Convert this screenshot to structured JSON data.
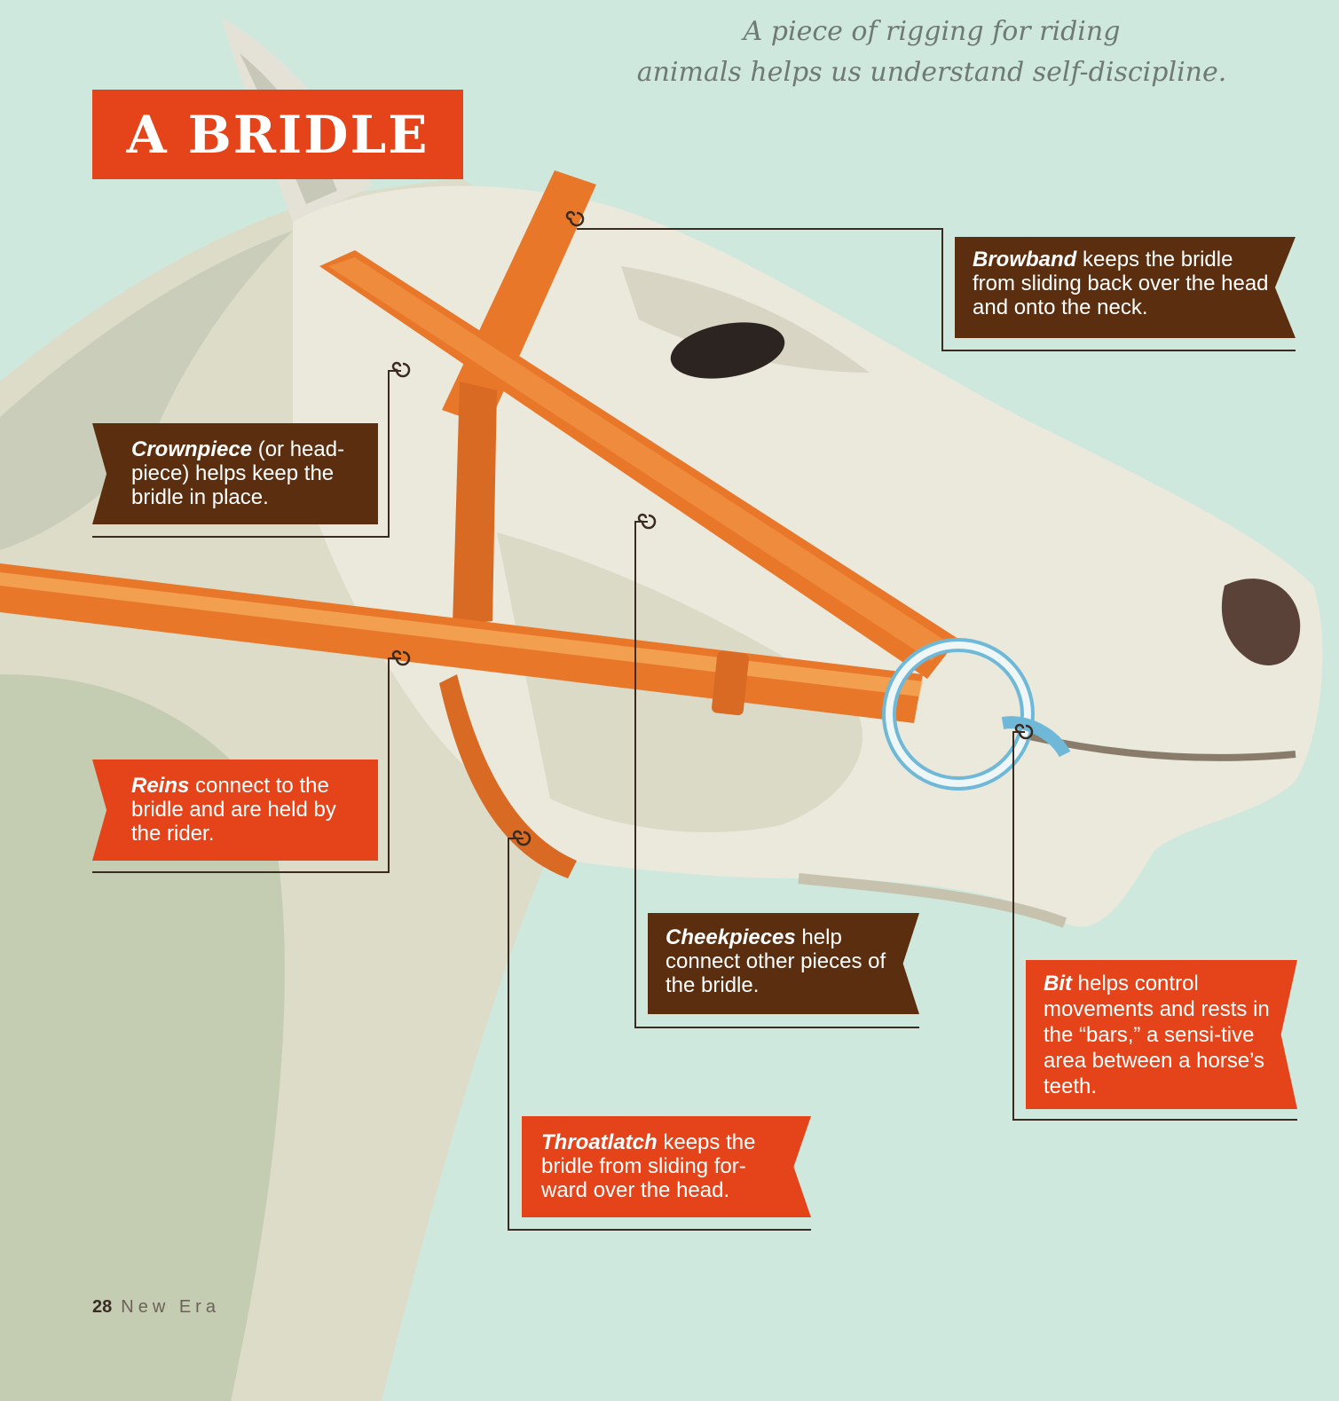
{
  "subtitle": {
    "line1": "A piece of rigging for riding",
    "line2": "animals helps us understand self-discipline."
  },
  "title": "A BRIDLE",
  "labels": {
    "browband": {
      "term": "Browband",
      "text": " keeps the bridle from sliding back over the head and onto the neck."
    },
    "crownpiece": {
      "term": "Crownpiece",
      "text": " (or head-piece) helps keep the bridle in place."
    },
    "reins": {
      "term": "Reins",
      "text": " connect to the bridle and are held by the rider."
    },
    "cheekpieces": {
      "term": "Cheekpieces",
      "text": " help connect other pieces of the bridle."
    },
    "bit": {
      "term": "Bit",
      "text": " helps control movements and rests in the “bars,” a sensi-tive area between a horse’s teeth."
    },
    "throatlatch": {
      "term": "Throatlatch",
      "text": " keeps the bridle from sliding for-ward over the head."
    }
  },
  "footer": {
    "page_number": "28",
    "magazine": "New Era"
  },
  "colors": {
    "background": "#cfe8de",
    "label_brown": "#5a2e0e",
    "label_orange": "#e5441b",
    "leather": "#e8772a",
    "horse": "#e9e6da",
    "bit_ring": "#6fb8d8"
  }
}
